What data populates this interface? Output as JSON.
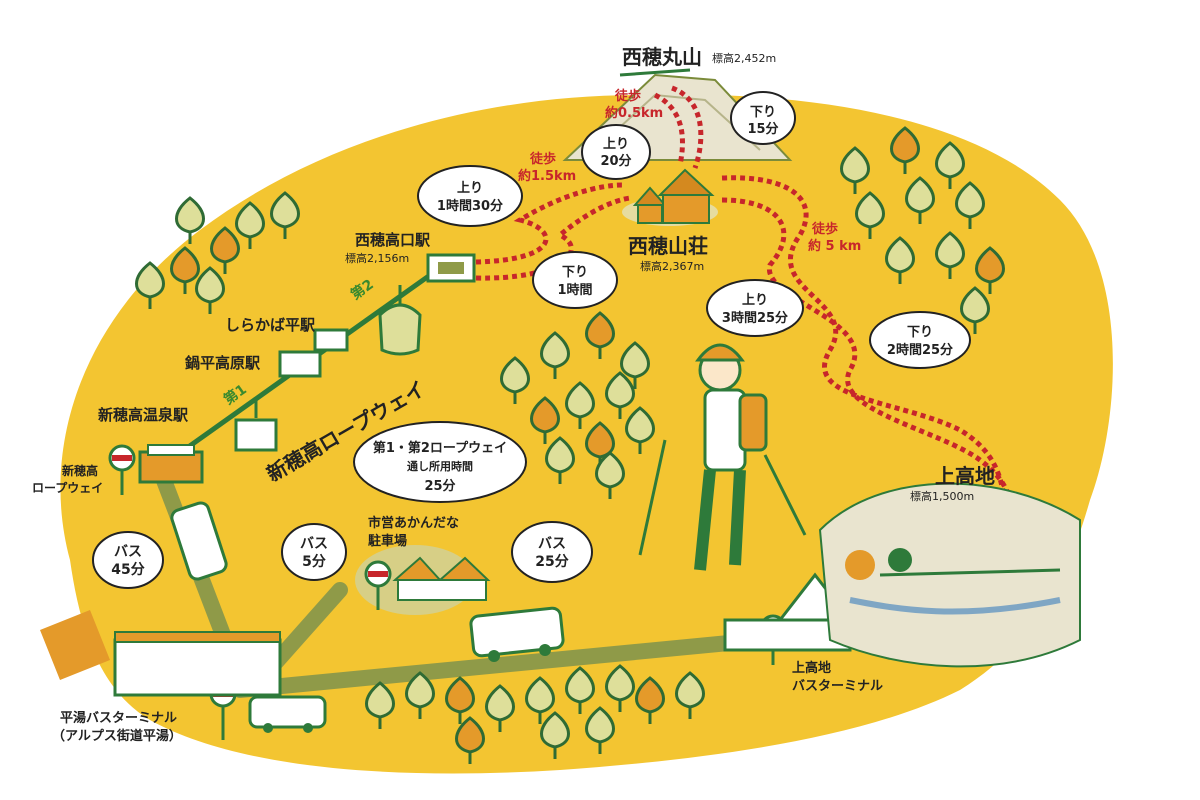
{
  "colors": {
    "background_blob": "#f3c531",
    "trail": "#c7262b",
    "ropeway_line": "#2e7a3a",
    "road": "#8f9a48",
    "ink": "#222222",
    "tree_light": "#dedf9a",
    "tree_orange": "#e49a2a"
  },
  "peak": {
    "name": "西穂丸山",
    "elevation": "標高2,452m"
  },
  "hut": {
    "name": "西穂山荘",
    "elevation": "標高2,367m"
  },
  "upper_station": {
    "name": "西穂高口駅",
    "elevation": "標高2,156m"
  },
  "shirakaba_station": {
    "name": "しらかば平駅"
  },
  "nabedaira_station": {
    "name": "鍋平高原駅"
  },
  "onsen_station": {
    "name": "新穂高温泉駅"
  },
  "ropeway": {
    "name": "新穂高ロープウェイ",
    "section1": "第1",
    "section2": "第2",
    "bus_stop_line1": "新穂高",
    "bus_stop_line2": "ロープウェイ"
  },
  "kamikochi": {
    "name": "上高地",
    "elevation": "標高1,500m"
  },
  "kamikochi_terminal": {
    "line1": "上高地",
    "line2": "バスターミナル"
  },
  "hirayu_terminal": {
    "line1": "平湯バスターミナル",
    "line2": "（アルプス街道平湯）"
  },
  "parking": {
    "line1": "市営あかんだな",
    "line2": "駐車場"
  },
  "walks": {
    "peak_walk": {
      "line1": "徒歩",
      "line2": "約0.5km"
    },
    "hut_walk": {
      "line1": "徒歩",
      "line2": "約1.5km"
    },
    "kamikochi_walk": {
      "line1": "徒歩",
      "line2": "約 5 km"
    }
  },
  "bubbles": {
    "peak_down": {
      "line1": "下り",
      "line2": "15分"
    },
    "peak_up": {
      "line1": "上り",
      "line2": "20分"
    },
    "hut_up": {
      "line1": "上り",
      "line2": "1時間30分"
    },
    "hut_down": {
      "line1": "下り",
      "line2": "1時間"
    },
    "kamikochi_up": {
      "line1": "上り",
      "line2": "3時間25分"
    },
    "kamikochi_down": {
      "line1": "下り",
      "line2": "2時間25分"
    },
    "ropeway_total": {
      "line1": "第1・第2ロープウェイ",
      "line2": "通し所用時間",
      "line3": "25分"
    },
    "bus45": {
      "line1": "バス",
      "line2": "45分"
    },
    "bus5": {
      "line1": "バス",
      "line2": "5分"
    },
    "bus25": {
      "line1": "バス",
      "line2": "25分"
    }
  }
}
